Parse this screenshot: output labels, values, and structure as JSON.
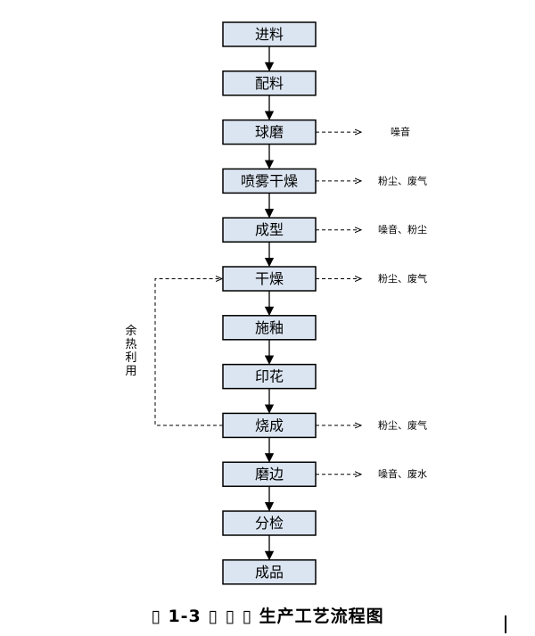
{
  "steps": [
    {
      "id": "feed",
      "label": "进料",
      "emission": ""
    },
    {
      "id": "batching",
      "label": "配料",
      "emission": ""
    },
    {
      "id": "ball-milling",
      "label": "球磨",
      "emission": "噪音"
    },
    {
      "id": "spray-drying",
      "label": "喷雾干燥",
      "emission": "粉尘、废气"
    },
    {
      "id": "forming",
      "label": "成型",
      "emission": "噪音、粉尘"
    },
    {
      "id": "drying",
      "label": "干燥",
      "emission": "粉尘、废气"
    },
    {
      "id": "glazing",
      "label": "施釉",
      "emission": ""
    },
    {
      "id": "printing",
      "label": "印花",
      "emission": ""
    },
    {
      "id": "firing",
      "label": "烧成",
      "emission": "粉尘、废气"
    },
    {
      "id": "edge-grinding",
      "label": "磨边",
      "emission": "噪音、废水"
    },
    {
      "id": "sorting",
      "label": "分检",
      "emission": ""
    },
    {
      "id": "finished-product",
      "label": "成品",
      "emission": ""
    }
  ],
  "heat_recovery": {
    "label": "余热利用",
    "from": "firing",
    "to": "drying"
  },
  "caption": "▯ 1-3 ▯ ▯ ▯ 生产工艺流程图"
}
